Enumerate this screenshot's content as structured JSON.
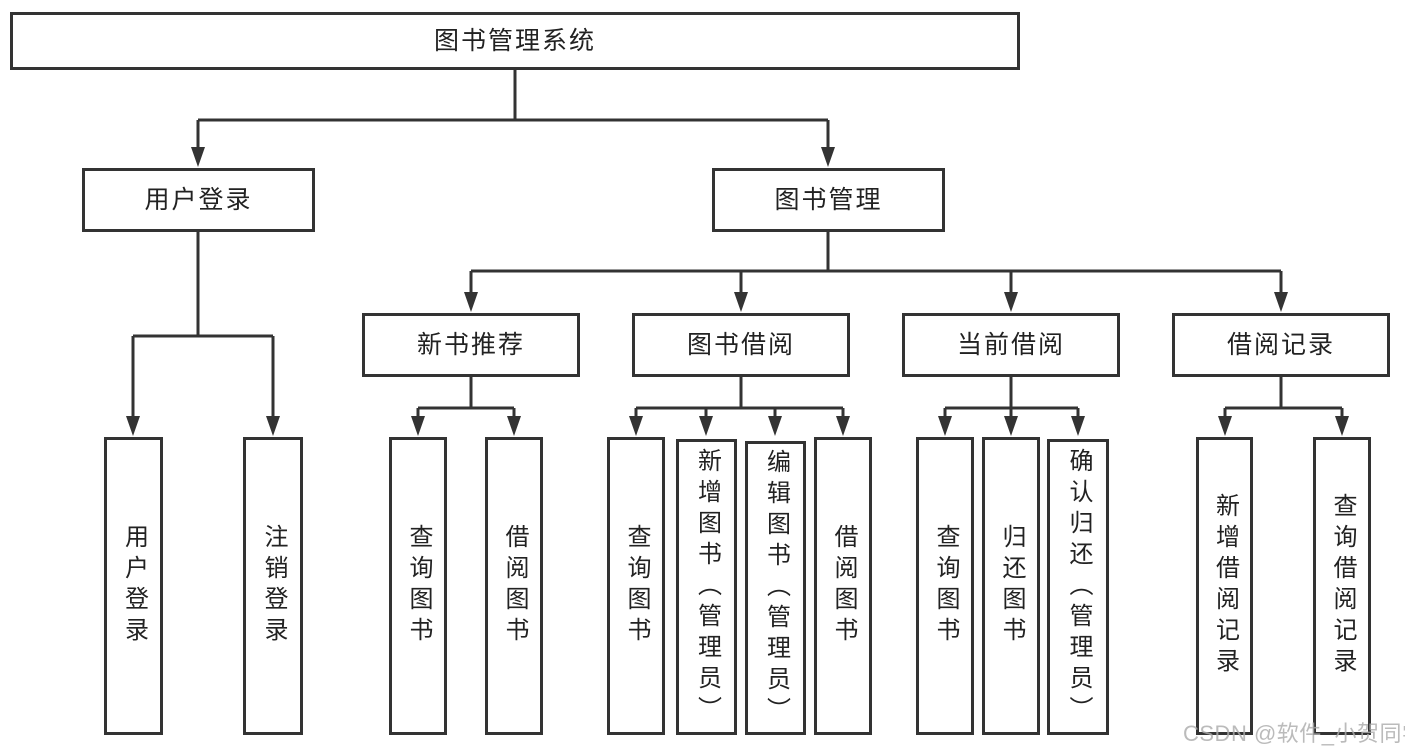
{
  "diagram_title": "图书管理系统",
  "colors": {
    "line": "#333333",
    "box_border": "#333333",
    "box_fill": "#ffffff",
    "text": "#222222",
    "background": "#ffffff",
    "watermark": "#acacac"
  },
  "tree": {
    "label": "图书管理系统",
    "children": [
      {
        "label": "用户登录",
        "children": [
          {
            "label": "用户登录"
          },
          {
            "label": "注销登录"
          }
        ]
      },
      {
        "label": "图书管理",
        "children": [
          {
            "label": "新书推荐",
            "children": [
              {
                "label": "查询图书"
              },
              {
                "label": "借阅图书"
              }
            ]
          },
          {
            "label": "图书借阅",
            "children": [
              {
                "label": "查询图书"
              },
              {
                "label": "新增图书（管理员）"
              },
              {
                "label": "编辑图书（管理员）"
              },
              {
                "label": "借阅图书"
              }
            ]
          },
          {
            "label": "当前借阅",
            "children": [
              {
                "label": "查询图书"
              },
              {
                "label": "归还图书"
              },
              {
                "label": "确认归还（管理员）"
              }
            ]
          },
          {
            "label": "借阅记录",
            "children": [
              {
                "label": "新增借阅记录"
              },
              {
                "label": "查询借阅记录"
              }
            ]
          }
        ]
      }
    ]
  },
  "watermark": {
    "text": "CSDN @软件_小贺同学"
  }
}
